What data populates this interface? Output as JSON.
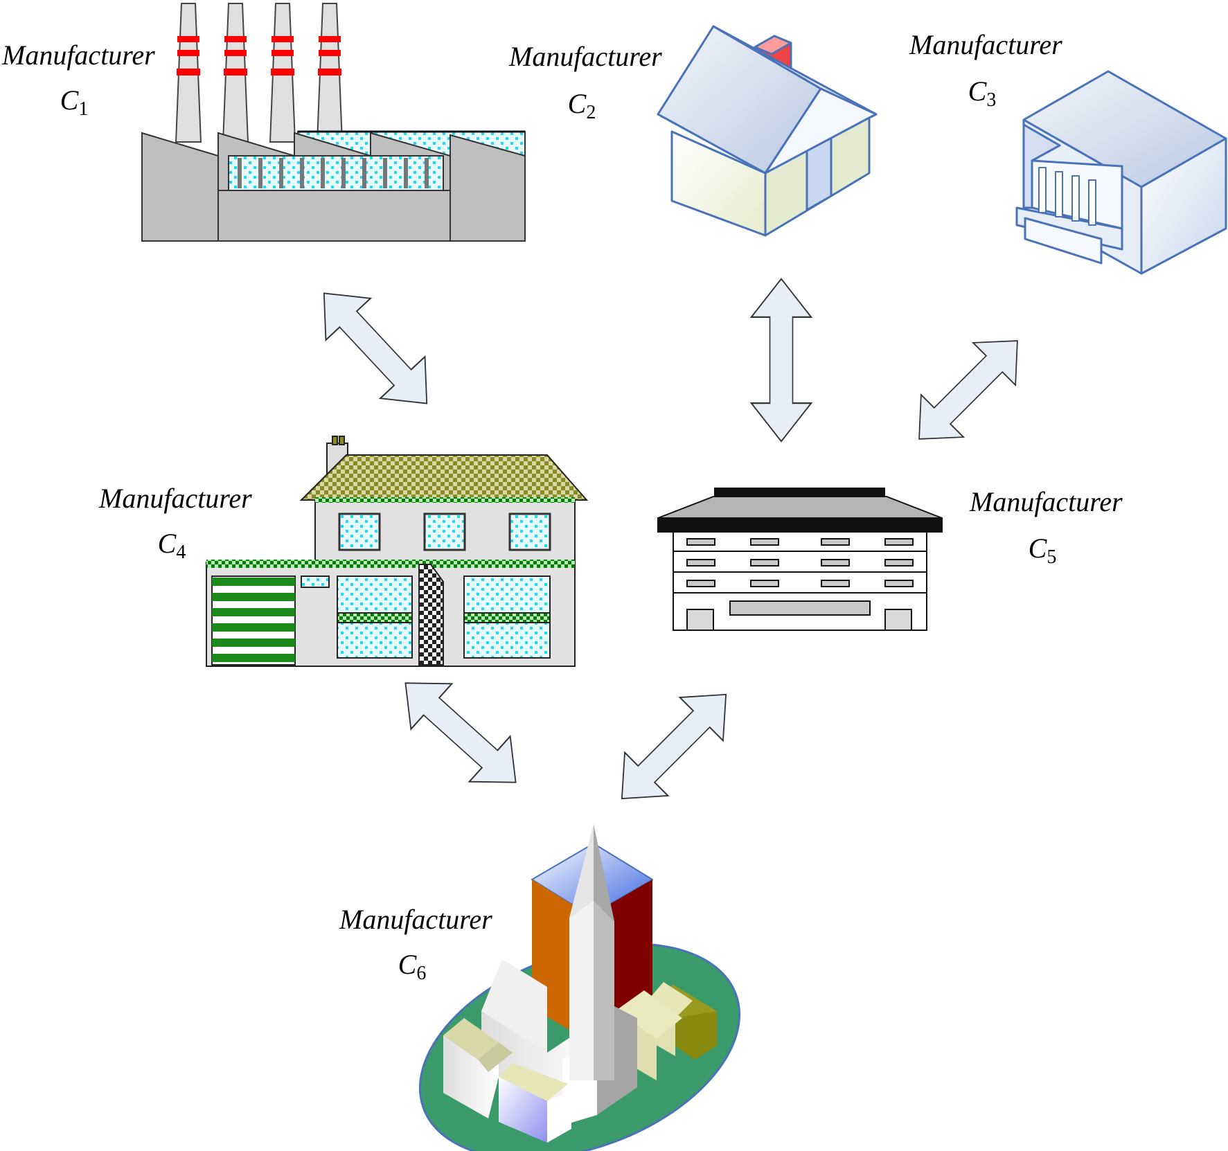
{
  "nodes": [
    {
      "id": "c1",
      "label": "Manufacturer",
      "symbol": "C",
      "subscript": "1",
      "icon": "factory-icon"
    },
    {
      "id": "c2",
      "label": "Manufacturer",
      "symbol": "C",
      "subscript": "2",
      "icon": "house-icon"
    },
    {
      "id": "c3",
      "label": "Manufacturer",
      "symbol": "C",
      "subscript": "3",
      "icon": "bank-building-icon"
    },
    {
      "id": "c4",
      "label": "Manufacturer",
      "symbol": "C",
      "subscript": "4",
      "icon": "two-storey-house-icon"
    },
    {
      "id": "c5",
      "label": "Manufacturer",
      "symbol": "C",
      "subscript": "5",
      "icon": "office-building-icon"
    },
    {
      "id": "c6",
      "label": "Manufacturer",
      "symbol": "C",
      "subscript": "6",
      "icon": "town-church-icon"
    }
  ],
  "edges": [
    {
      "from": "c1",
      "to": "c4",
      "type": "bidirectional"
    },
    {
      "from": "c2",
      "to": "c5",
      "type": "bidirectional"
    },
    {
      "from": "c3",
      "to": "c5",
      "type": "bidirectional"
    },
    {
      "from": "c4",
      "to": "c6",
      "type": "bidirectional"
    },
    {
      "from": "c5",
      "to": "c6",
      "type": "bidirectional"
    }
  ],
  "colors": {
    "arrow_fill": "#e8eef8",
    "arrow_stroke": "#333333",
    "building_outline": "#4a72b8",
    "factory_gray": "#bfbfbf",
    "window_cyan": "#33e0f0",
    "chimney_red": "#ff0000",
    "roof_olive": "#9a9a3a",
    "accent_green": "#0a8a0a",
    "ground_green": "#3a9a6a"
  }
}
